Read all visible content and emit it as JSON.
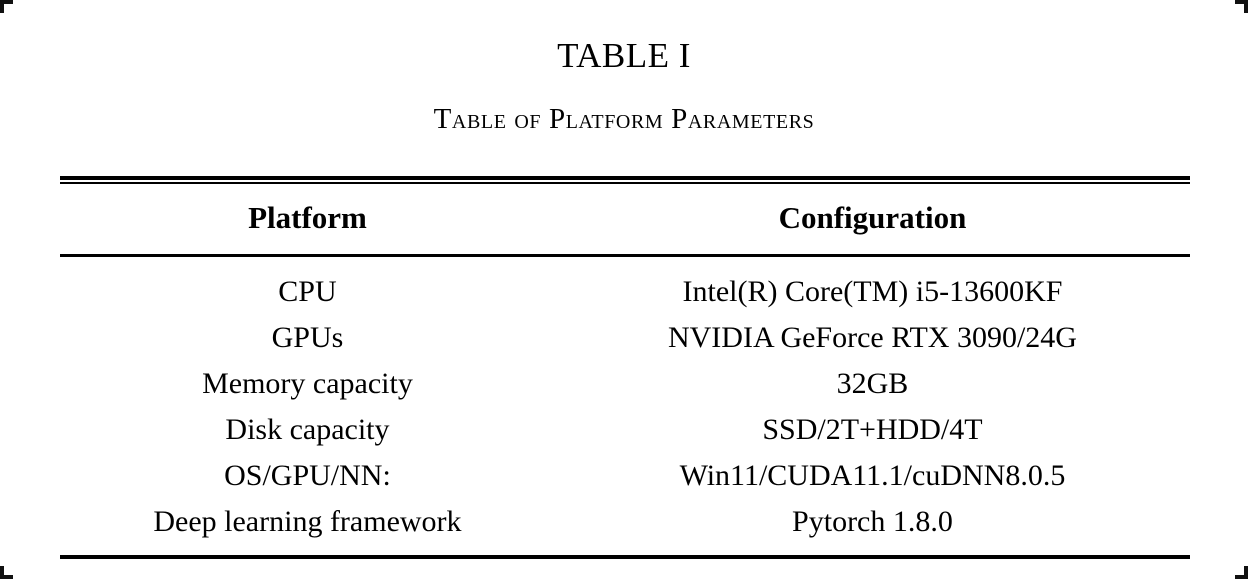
{
  "document": {
    "table_number": "TABLE I",
    "caption": "Table of Platform Parameters",
    "ink_color": "#000000",
    "background_color": "#ffffff"
  },
  "table": {
    "headers": {
      "platform": "Platform",
      "configuration": "Configuration"
    },
    "rows": [
      {
        "platform": "CPU",
        "configuration": "Intel(R) Core(TM) i5-13600KF"
      },
      {
        "platform": "GPUs",
        "configuration": "NVIDIA GeForce RTX 3090/24G"
      },
      {
        "platform": "Memory capacity",
        "configuration": "32GB"
      },
      {
        "platform": "Disk capacity",
        "configuration": "SSD/2T+HDD/4T"
      },
      {
        "platform": "OS/GPU/NN:",
        "configuration": "Win11/CUDA11.1/cuDNN8.0.5"
      },
      {
        "platform": "Deep learning framework",
        "configuration": "Pytorch 1.8.0"
      }
    ]
  }
}
